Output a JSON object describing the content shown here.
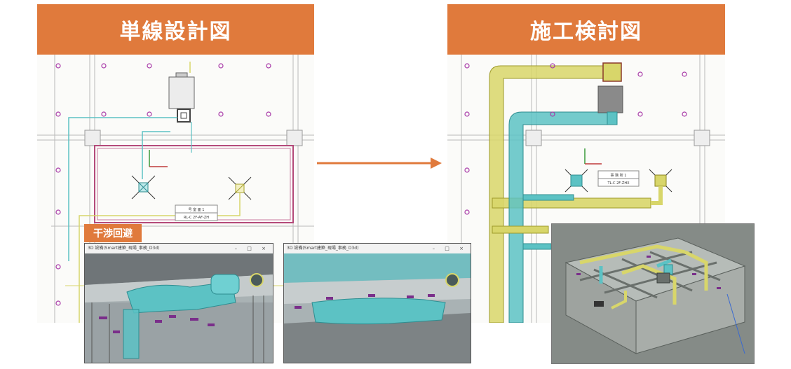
{
  "left_panel": {
    "title": "単線設計図"
  },
  "right_panel": {
    "title": "施工検討図"
  },
  "interference_tag": "干渉回避",
  "window_1": {
    "title": "3D 設備(Smart建築_現場_事務_D3d)",
    "controls": "–  □  ×"
  },
  "window_2": {
    "title": "3D 設備(Smart建築_現場_事務_D3d)",
    "controls": "–  □  ×"
  },
  "plan_labels": {
    "left_label_top": "号 室 面  1",
    "left_label_bottom": "RL-C 2F-AF-ZH",
    "right_label_top": "事 務 所  1",
    "right_label_bottom": "TL-C 2F-ZHX"
  },
  "colors": {
    "accent": "#e07a3c",
    "duct_cyan": "#5cc2c4",
    "duct_yellow": "#d8d66a",
    "pipe_purple": "#8a3d8f"
  }
}
